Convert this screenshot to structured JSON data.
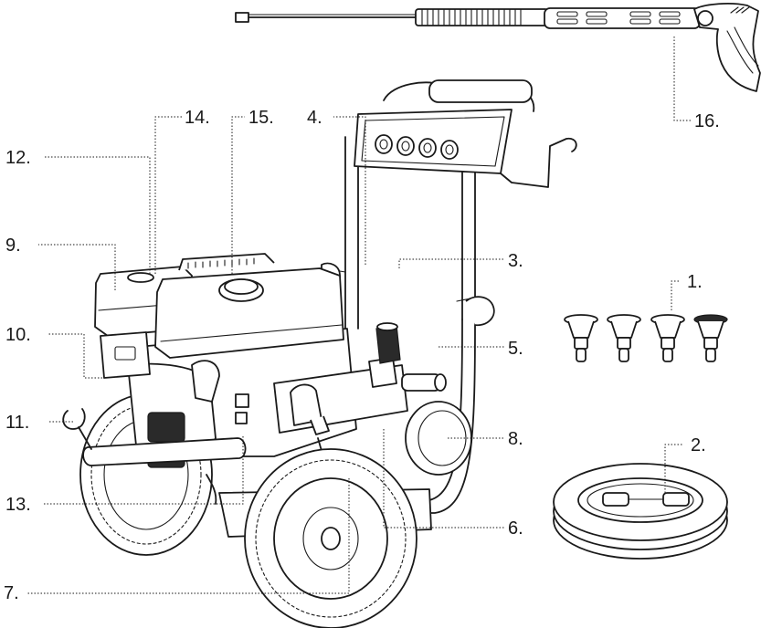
{
  "callouts": {
    "c1": "1.",
    "c2": "2.",
    "c3": "3.",
    "c4": "4.",
    "c5": "5.",
    "c6": "6.",
    "c7": "7.",
    "c8": "8.",
    "c9": "9.",
    "c10": "10.",
    "c11": "11.",
    "c12": "12.",
    "c13": "13.",
    "c14": "14.",
    "c15": "15.",
    "c16": "16."
  }
}
